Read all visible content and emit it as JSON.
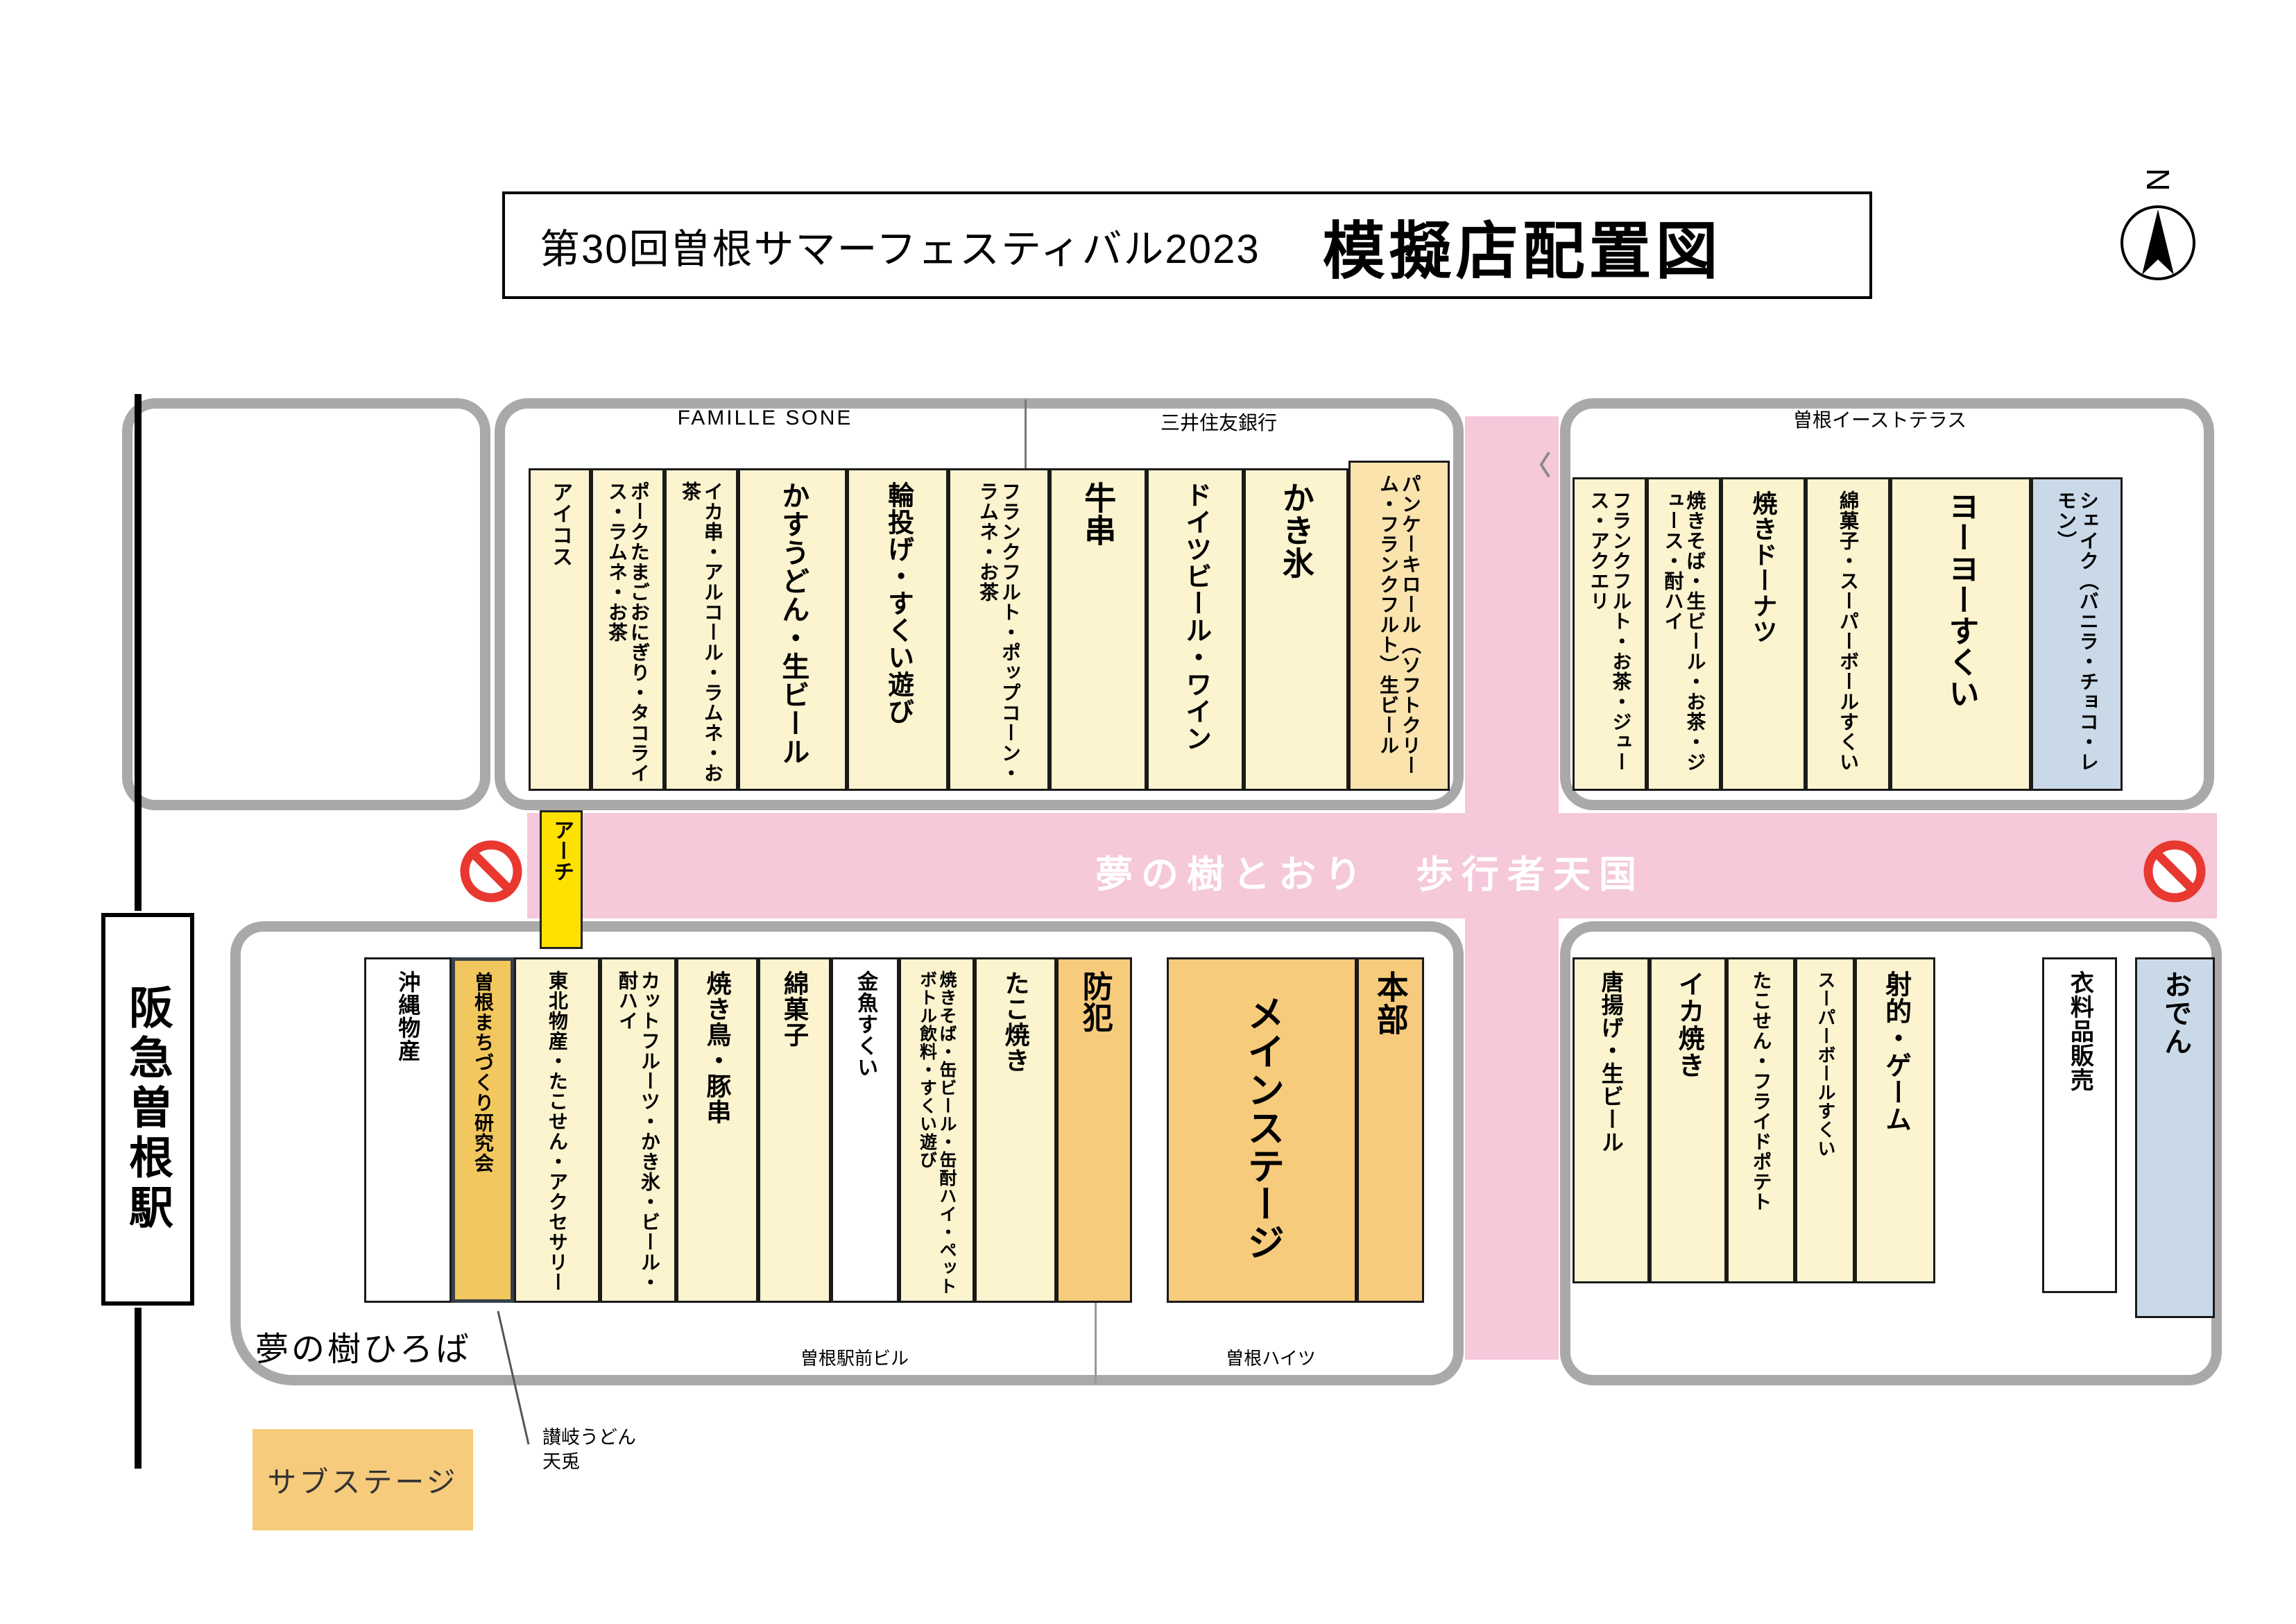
{
  "colors": {
    "cream": "#FCF3CF",
    "orange": "#F6CB7C",
    "gold": "#F2C75E",
    "blue": "#C9D9E8",
    "white": "#FFFFFF",
    "peach": "#FAE3AC",
    "pink_road": "#F5C8DA",
    "arch_yellow": "#FFE100",
    "no_entry_red": "#E8382F"
  },
  "title": {
    "event": "第30回曽根サマーフェスティバル2023",
    "name": "模擬店配置図"
  },
  "compass": {
    "label": "N"
  },
  "railway": {
    "station": "阪急曽根駅"
  },
  "road": {
    "label": "夢の樹とおり　歩行者天国",
    "arch": "アーチ",
    "mark": "〈"
  },
  "areas": {
    "famille": "FAMILLE SONE",
    "bank": "三井住友銀行",
    "east_terrace": "曽根イーストテラス",
    "plaza": "夢の樹ひろば",
    "station_building": "曽根駅前ビル",
    "heights": "曽根ハイツ",
    "sub_stage": "サブステージ",
    "udon_line1": "讃岐うどん",
    "udon_line2": "天兎"
  },
  "stalls": {
    "top_center": [
      {
        "label": "アイコス",
        "fill": "#FCF3CF"
      },
      {
        "label": "ポークたまごおにぎり・タコライス・ラムネ・お茶",
        "fill": "#FCF3CF"
      },
      {
        "label": "イカ串・アルコール・ラムネ・お茶",
        "fill": "#FCF3CF"
      },
      {
        "label": "かすうどん・生ビール",
        "fill": "#FCF3CF"
      },
      {
        "label": "輪投げ・すくい遊び",
        "fill": "#FCF3CF"
      },
      {
        "label": "フランクフルト・ポップコーン・ラムネ・お茶",
        "fill": "#FCF3CF"
      },
      {
        "label": "牛串",
        "fill": "#FCF3CF"
      },
      {
        "label": "ドイツビール・ワイン",
        "fill": "#FCF3CF"
      },
      {
        "label": "かき氷",
        "fill": "#FCF3CF"
      },
      {
        "label": "パンケーキロール（ソフトクリーム・フランクフルト）生ビール",
        "fill": "#FAE3AC"
      }
    ],
    "top_right": [
      {
        "label": "フランクフルト・お茶・ジュース・アクエリ",
        "fill": "#FCF3CF"
      },
      {
        "label": "焼きそば・生ビール・お茶・ジュース・酎ハイ",
        "fill": "#FCF3CF"
      },
      {
        "label": "焼きドーナツ",
        "fill": "#FCF3CF"
      },
      {
        "label": "綿菓子・スーパーボールすくい",
        "fill": "#FCF3CF"
      },
      {
        "label": "ヨーヨーすくい",
        "fill": "#FCF3CF"
      },
      {
        "label": "シェイク（バニラ・チョコ・レモン）",
        "fill": "#C9D9E8"
      }
    ],
    "bottom_left": [
      {
        "label": "沖縄物産",
        "fill": "#FFFFFF"
      },
      {
        "label": "曽根まちづくり研究会",
        "fill": "#F2C75E"
      },
      {
        "label": "東北物産・たこせん・アクセサリー",
        "fill": "#FCF3CF"
      },
      {
        "label": "カットフルーツ・かき氷・ビール・酎ハイ",
        "fill": "#FCF3CF"
      },
      {
        "label": "焼き鳥・豚串",
        "fill": "#FCF3CF"
      },
      {
        "label": "綿菓子",
        "fill": "#FCF3CF"
      },
      {
        "label": "金魚すくい",
        "fill": "#FFFFFF"
      },
      {
        "label": "焼きそば・缶ビール・缶酎ハイ・ペットボトル飲料・すくい遊び",
        "fill": "#FCF3CF"
      },
      {
        "label": "たこ焼き",
        "fill": "#FCF3CF"
      },
      {
        "label": "防犯",
        "fill": "#F6CB7C"
      },
      {
        "label": "メインステージ",
        "fill": "#F6CB7C"
      },
      {
        "label": "本部",
        "fill": "#F6CB7C"
      }
    ],
    "bottom_right": [
      {
        "label": "唐揚げ・生ビール",
        "fill": "#FCF3CF"
      },
      {
        "label": "イカ焼き",
        "fill": "#FCF3CF"
      },
      {
        "label": "たこせん・フライドポテト",
        "fill": "#FCF3CF"
      },
      {
        "label": "スーパーボールすくい",
        "fill": "#FCF3CF"
      },
      {
        "label": "射的・ゲーム",
        "fill": "#FCF3CF"
      },
      {
        "label": "衣料品販売",
        "fill": "#FFFFFF"
      },
      {
        "label": "おでん",
        "fill": "#C9D9E8"
      }
    ]
  }
}
